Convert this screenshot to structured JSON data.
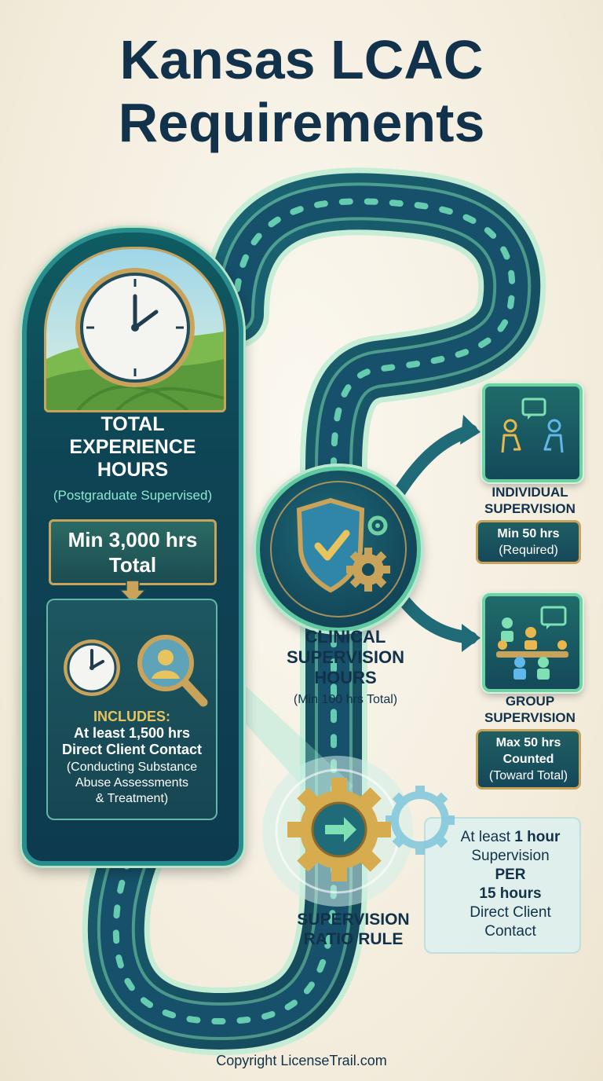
{
  "title": {
    "line1": "Kansas LCAC",
    "line2": "Requirements"
  },
  "total_experience": {
    "heading_line1": "TOTAL",
    "heading_line2": "EXPERIENCE",
    "heading_line3": "HOURS",
    "subheading": "(Postgraduate Supervised)",
    "min_line1": "Min 3,000 hrs",
    "min_line2": "Total",
    "includes_label": "INCLUDES:",
    "includes_line1": "At least 1,500 hrs",
    "includes_line2": "Direct Client Contact",
    "detail_line1": "(Conducting Substance",
    "detail_line2": "Abuse Assessments",
    "detail_line3": "& Treatment)"
  },
  "clinical_supervision": {
    "line1": "CLINICAL",
    "line2": "SUPERVISION",
    "line3": "HOURS",
    "sub": "(Min 100 hrs Total)"
  },
  "individual_supervision": {
    "line1": "INDIVIDUAL",
    "line2": "SUPERVISION",
    "value": "Min 50 hrs",
    "note": "(Required)"
  },
  "group_supervision": {
    "line1": "GROUP",
    "line2": "SUPERVISION",
    "value_line1": "Max 50 hrs",
    "value_line2": "Counted",
    "note": "(Toward Total)"
  },
  "ratio_rule": {
    "label_line1": "SUPERVISION",
    "label_line2": "RATIO RULE",
    "text_prefix": "At least ",
    "text_bold1": "1 hour",
    "text_line2": "Supervision",
    "text_bold2": "PER",
    "text_bold3": "15 hours",
    "text_line5": "Direct Client",
    "text_line6": "Contact"
  },
  "copyright": "Copyright LicenseTrail.com",
  "colors": {
    "navy": "#11324a",
    "teal": "#14495a",
    "mint": "#6fd2a2",
    "gold": "#c9a35a",
    "background": "#f6f0e2"
  },
  "icons": [
    "clock-icon",
    "magnifier-person-icon",
    "shield-check-icon",
    "gear-icon",
    "one-on-one-icon",
    "group-meeting-icon",
    "arrow-gear-icon",
    "footprints-icon"
  ]
}
